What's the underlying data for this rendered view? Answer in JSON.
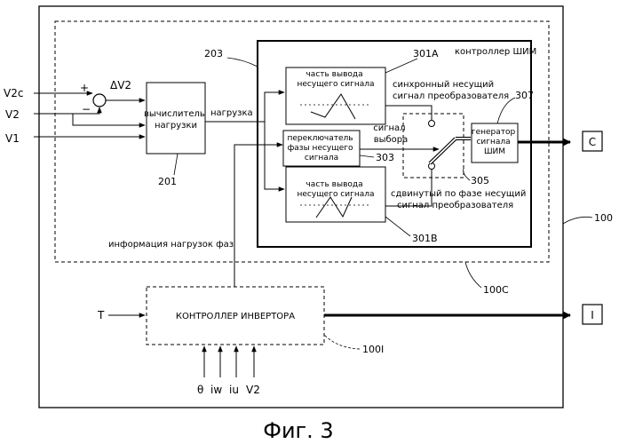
{
  "figure": {
    "caption": "Фиг. 3",
    "blocks": {
      "load_calculator": "вычислитель|нагрузки",
      "pwm_controller": "контроллер ШИМ",
      "carrier_output_a": "часть вывода|несущего сигнала",
      "carrier_output_b": "часть вывода|несущего сигнала",
      "carrier_phase_switch": "переключатель|фазы несущего|сигнала",
      "pwm_generator": "генератор|сигнала|ШИМ",
      "inverter_controller": "КОНТРОЛЛЕР ИНВЕРТОРА"
    },
    "signals": {
      "v2c": "V2c",
      "v2": "V2",
      "v1": "V1",
      "delta_v2": "ΔV2",
      "plus": "+",
      "minus": "−",
      "load": "нагрузка",
      "sync_carrier": "синхронный несущий|сигнал преобразователя",
      "select_signal": "сигнал|выбора",
      "shifted_carrier": "сдвинутый по фазе несущий|сигнал преобразователя",
      "phase_load_info": "информация нагрузок фаз",
      "t_in": "T",
      "theta": "θ",
      "iw": "iw",
      "iu": "iu",
      "v2_bottom": "V2"
    },
    "outputs": {
      "c": "C",
      "i": "I"
    },
    "refs": {
      "r100": "100",
      "r100c": "100C",
      "r100i": "100I",
      "r201": "201",
      "r203": "203",
      "r301a": "301A",
      "r301b": "301B",
      "r303": "303",
      "r305": "305",
      "r307": "307"
    }
  }
}
